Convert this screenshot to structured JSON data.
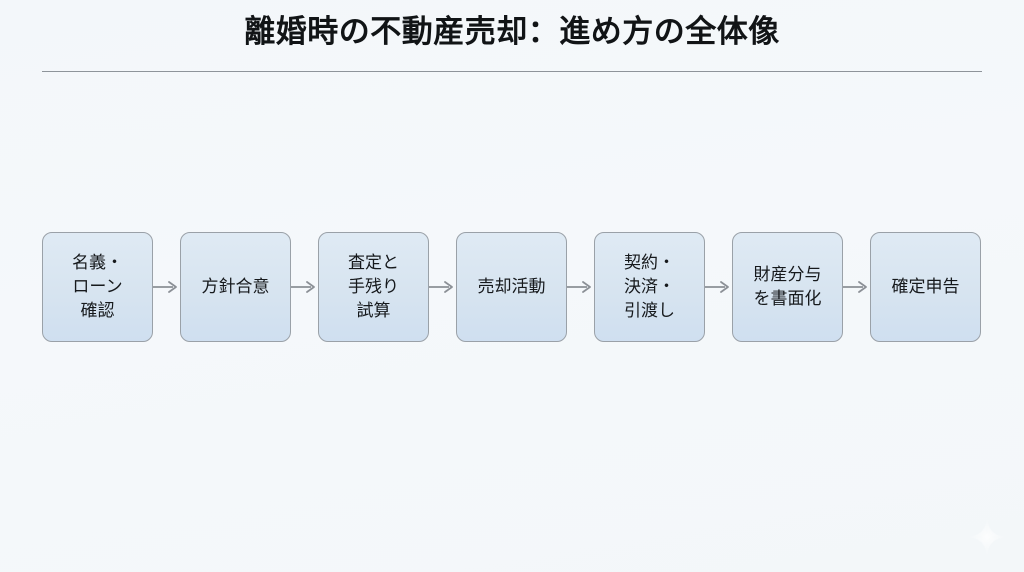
{
  "slide": {
    "title": "離婚時の不動産売却：進め方の全体像",
    "background_color": "#f4f7fa",
    "divider_color": "#8e949a"
  },
  "flow": {
    "node_fill_top": "#dfeaf4",
    "node_fill_bottom": "#cfdff0",
    "node_border_color": "#9aa1a8",
    "arrow_color": "#8b9096",
    "arrow_icon": "arrow-right-icon",
    "nodes": [
      {
        "id": "step-1",
        "label": "名義・\nローン\n確認"
      },
      {
        "id": "step-2",
        "label": "方針合意"
      },
      {
        "id": "step-3",
        "label": "査定と\n手残り\n試算"
      },
      {
        "id": "step-4",
        "label": "売却活動"
      },
      {
        "id": "step-5",
        "label": "契約・\n決済・\n引渡し"
      },
      {
        "id": "step-6",
        "label": "財産分与\nを書面化"
      },
      {
        "id": "step-7",
        "label": "確定申告"
      }
    ]
  },
  "watermark": {
    "icon": "sparkle-icon",
    "color": "#ffffff"
  }
}
